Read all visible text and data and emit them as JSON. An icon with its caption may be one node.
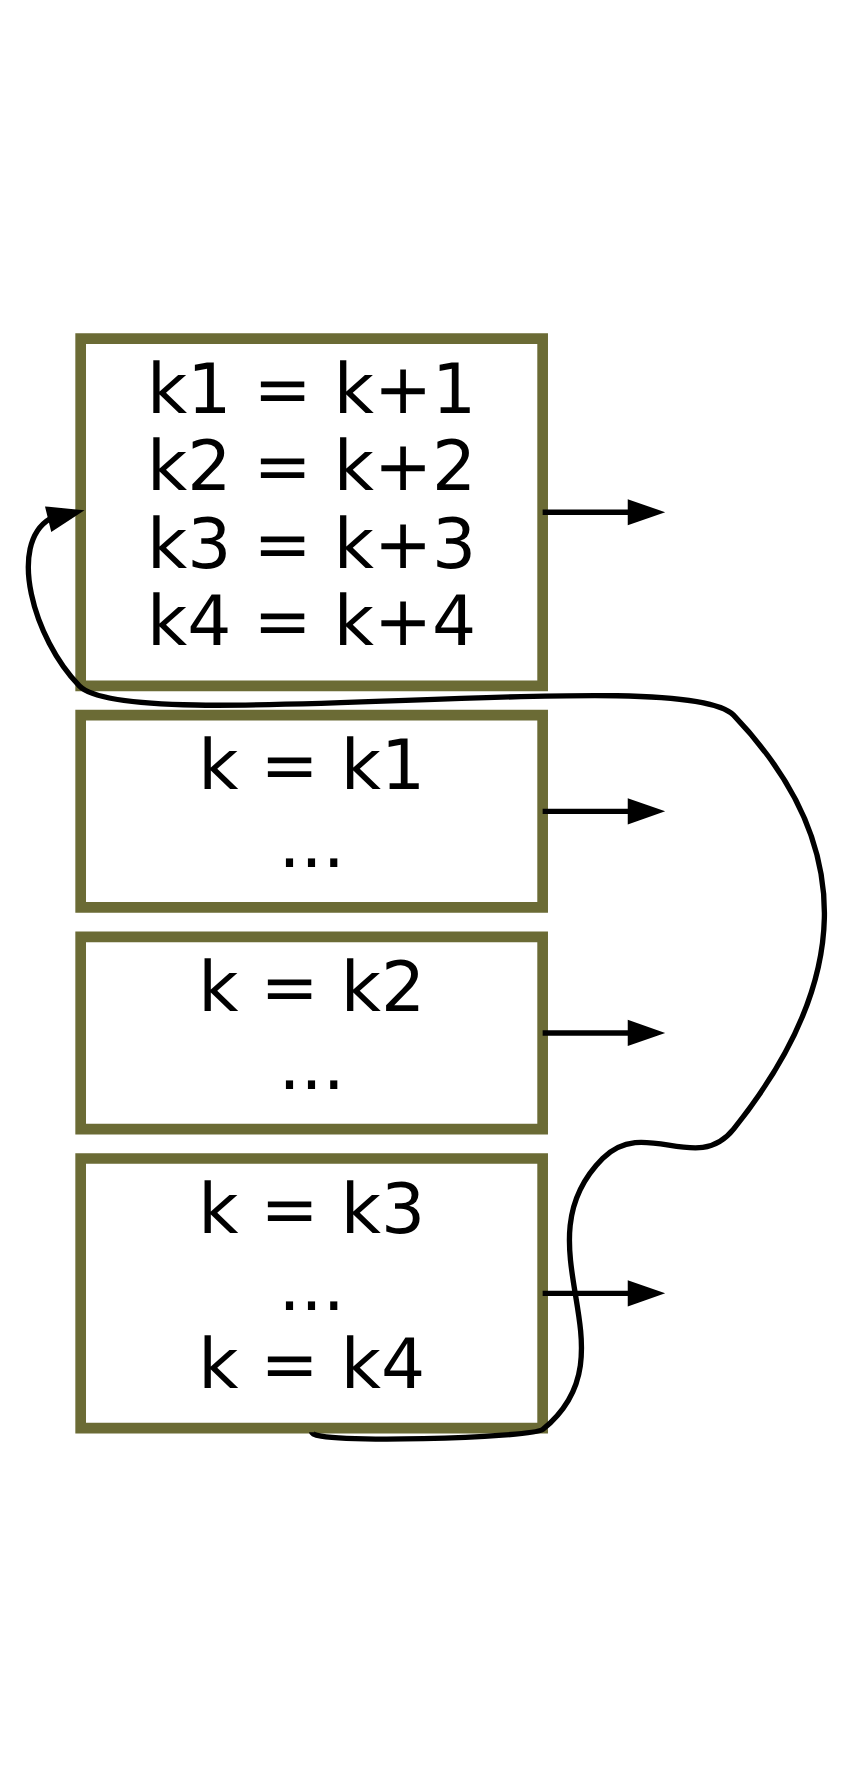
{
  "diagram": {
    "nodes": [
      {
        "text": [
          "k1 = k+1",
          "k2 = k+2",
          "k3 = k+3",
          "k4 = k+4"
        ]
      },
      {
        "text": [
          "k = k1",
          "..."
        ]
      },
      {
        "text": [
          "k = k2",
          "..."
        ]
      },
      {
        "text": [
          "k = k3",
          "...",
          "k = k4"
        ]
      }
    ],
    "edges": [
      {
        "from": 3,
        "to": 0,
        "arrow": "to"
      },
      {
        "from": 0,
        "to": null,
        "arrow": "to"
      },
      {
        "from": 1,
        "to": null,
        "arrow": "to"
      },
      {
        "from": 2,
        "to": null,
        "arrow": "to"
      },
      {
        "from": 3,
        "to": null,
        "arrow": "to"
      }
    ]
  }
}
